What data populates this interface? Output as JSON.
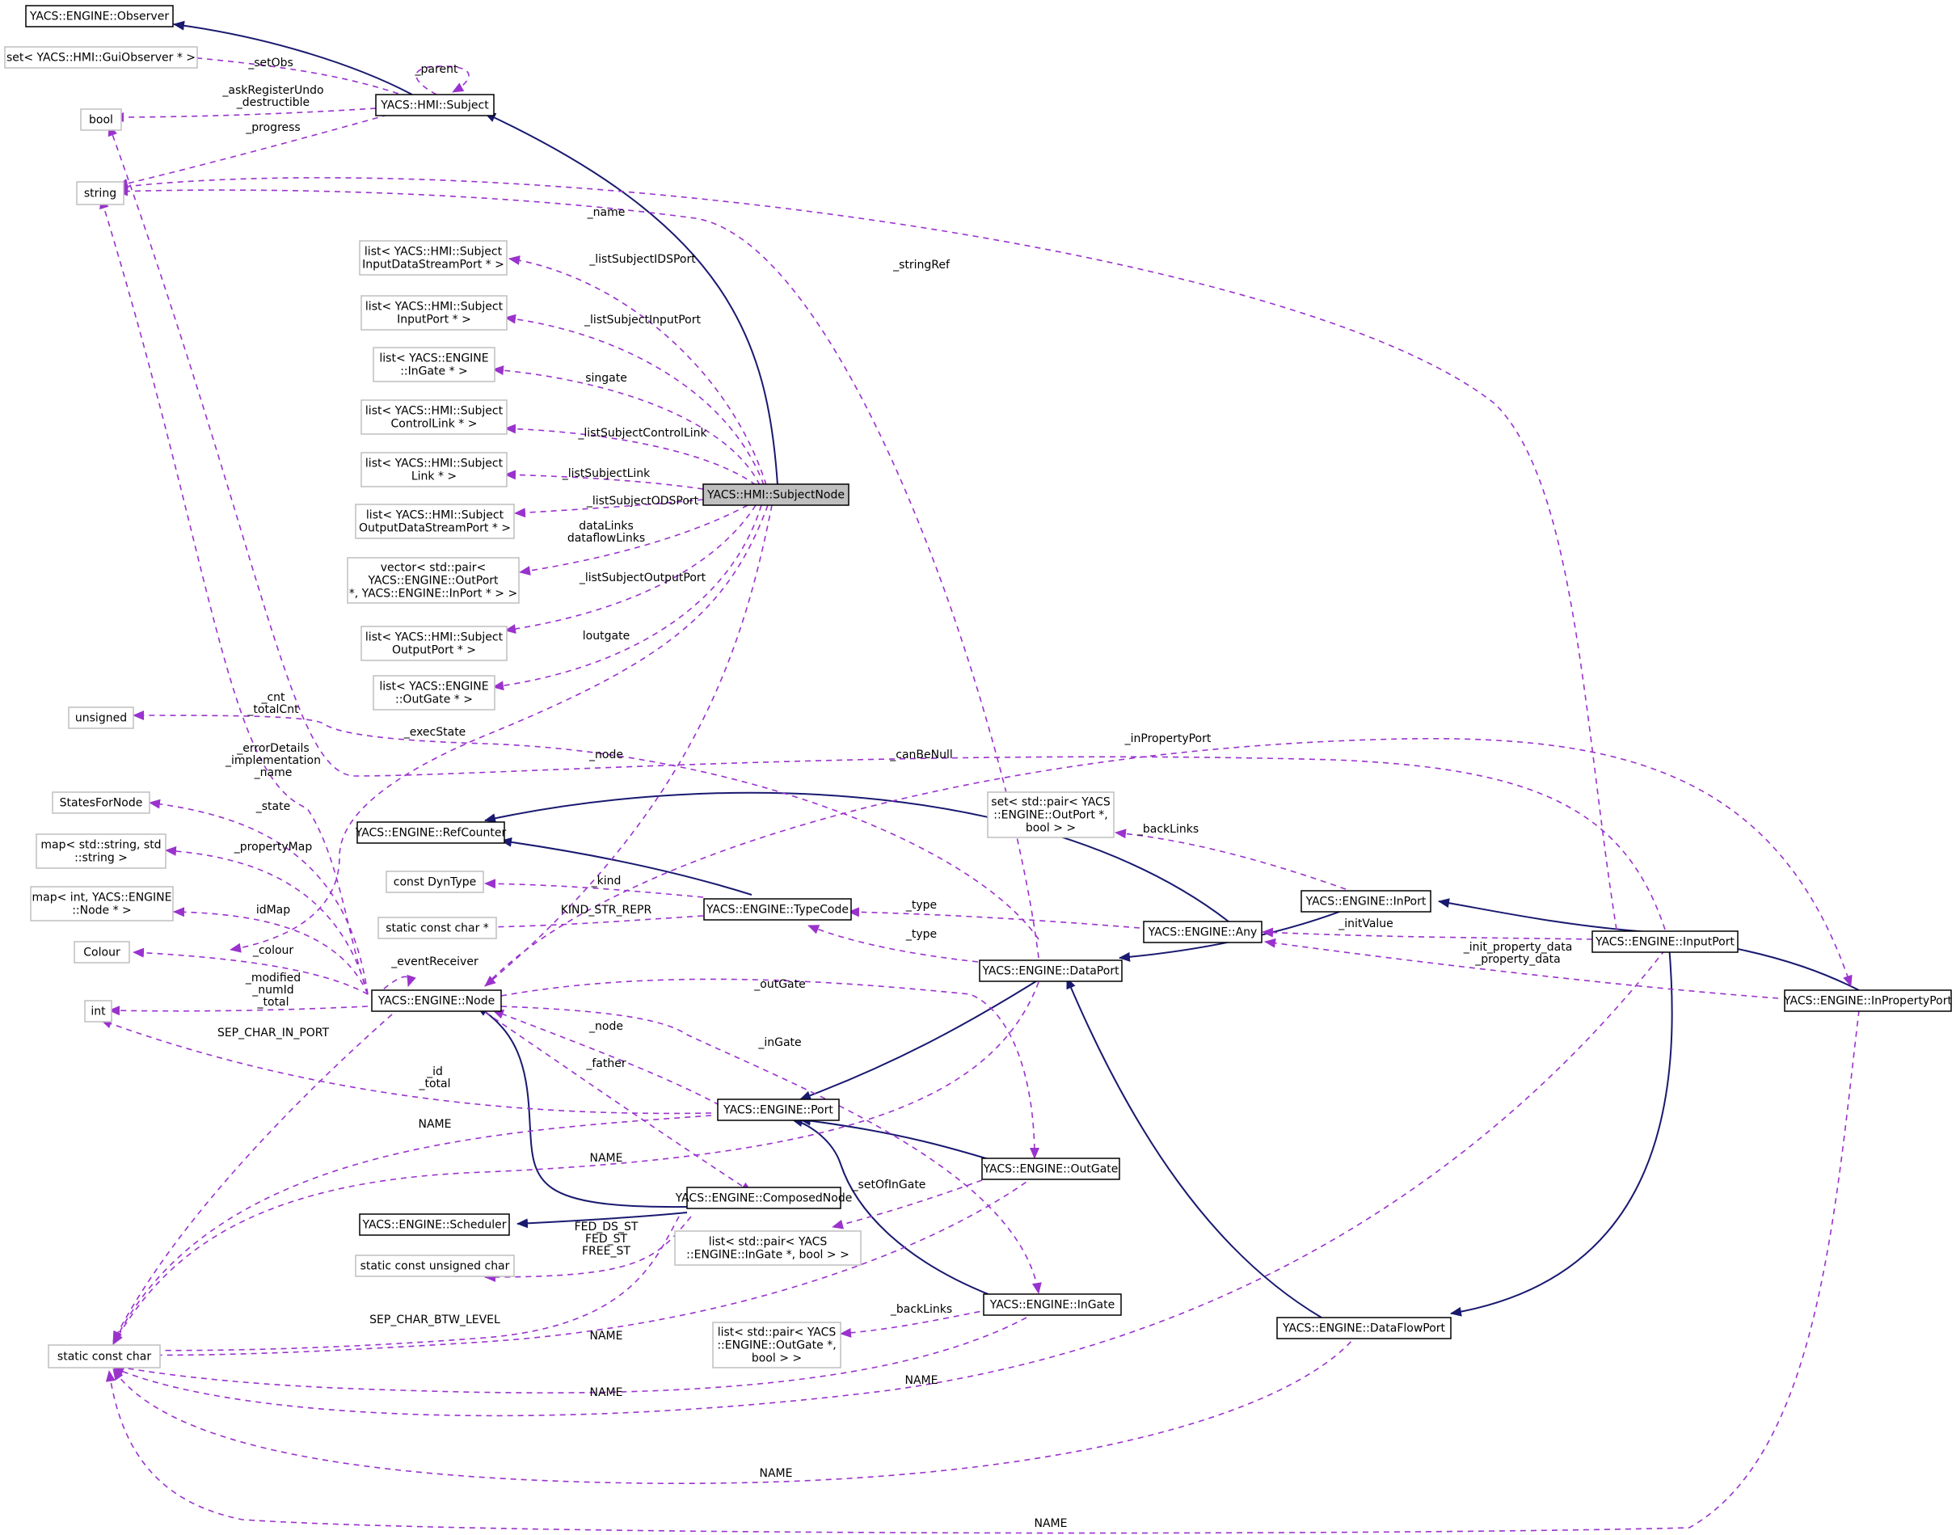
{
  "diagram": {
    "nodes": [
      {
        "id": "observer",
        "lines": [
          "YACS::ENGINE::Observer"
        ],
        "kind": "struct"
      },
      {
        "id": "setGuiObs",
        "lines": [
          "set< YACS::HMI::GuiObserver * >"
        ],
        "kind": "plain"
      },
      {
        "id": "subject",
        "lines": [
          "YACS::HMI::Subject"
        ],
        "kind": "struct"
      },
      {
        "id": "bool",
        "lines": [
          "bool"
        ],
        "kind": "plain"
      },
      {
        "id": "string",
        "lines": [
          "string"
        ],
        "kind": "plain"
      },
      {
        "id": "listIDS",
        "lines": [
          "list< YACS::HMI::Subject",
          "InputDataStreamPort * >"
        ],
        "kind": "plain"
      },
      {
        "id": "listInput",
        "lines": [
          "list< YACS::HMI::Subject",
          "InputPort * >"
        ],
        "kind": "plain"
      },
      {
        "id": "listInGate",
        "lines": [
          "list< YACS::ENGINE",
          "::InGate * >"
        ],
        "kind": "plain"
      },
      {
        "id": "listCtrl",
        "lines": [
          "list< YACS::HMI::Subject",
          "ControlLink * >"
        ],
        "kind": "plain"
      },
      {
        "id": "listLink",
        "lines": [
          "list< YACS::HMI::Subject",
          "Link * >"
        ],
        "kind": "plain"
      },
      {
        "id": "listODS",
        "lines": [
          "list< YACS::HMI::Subject",
          "OutputDataStreamPort * >"
        ],
        "kind": "plain"
      },
      {
        "id": "vecPair",
        "lines": [
          "vector< std::pair<",
          "YACS::ENGINE::OutPort",
          "*, YACS::ENGINE::InPort * > >"
        ],
        "kind": "plain"
      },
      {
        "id": "listOutput",
        "lines": [
          "list< YACS::HMI::Subject",
          "OutputPort * >"
        ],
        "kind": "plain"
      },
      {
        "id": "listOutGate",
        "lines": [
          "list< YACS::ENGINE",
          "::OutGate * >"
        ],
        "kind": "plain"
      },
      {
        "id": "subjectNode",
        "lines": [
          "YACS::HMI::SubjectNode"
        ],
        "kind": "focus"
      },
      {
        "id": "unsigned",
        "lines": [
          "unsigned"
        ],
        "kind": "plain"
      },
      {
        "id": "statesForNode",
        "lines": [
          "StatesForNode"
        ],
        "kind": "plain"
      },
      {
        "id": "mapStr",
        "lines": [
          "map< std::string, std",
          "::string >"
        ],
        "kind": "plain"
      },
      {
        "id": "mapInt",
        "lines": [
          "map< int, YACS::ENGINE",
          "::Node * >"
        ],
        "kind": "plain"
      },
      {
        "id": "colour",
        "lines": [
          "Colour"
        ],
        "kind": "plain"
      },
      {
        "id": "int",
        "lines": [
          "int"
        ],
        "kind": "plain"
      },
      {
        "id": "refCounter",
        "lines": [
          "YACS::ENGINE::RefCounter"
        ],
        "kind": "struct"
      },
      {
        "id": "dynType",
        "lines": [
          "const DynType"
        ],
        "kind": "plain"
      },
      {
        "id": "sccStar",
        "lines": [
          "static const char *"
        ],
        "kind": "plain"
      },
      {
        "id": "typeCode",
        "lines": [
          "YACS::ENGINE::TypeCode"
        ],
        "kind": "struct"
      },
      {
        "id": "node",
        "lines": [
          "YACS::ENGINE::Node"
        ],
        "kind": "struct"
      },
      {
        "id": "setPairOut",
        "lines": [
          "set< std::pair< YACS",
          "::ENGINE::OutPort *,",
          "bool > >"
        ],
        "kind": "plain"
      },
      {
        "id": "inPort",
        "lines": [
          "YACS::ENGINE::InPort"
        ],
        "kind": "struct"
      },
      {
        "id": "any",
        "lines": [
          "YACS::ENGINE::Any"
        ],
        "kind": "struct"
      },
      {
        "id": "inputPort",
        "lines": [
          "YACS::ENGINE::InputPort"
        ],
        "kind": "struct"
      },
      {
        "id": "inPropertyPort",
        "lines": [
          "YACS::ENGINE::InPropertyPort"
        ],
        "kind": "struct"
      },
      {
        "id": "dataPort",
        "lines": [
          "YACS::ENGINE::DataPort"
        ],
        "kind": "struct"
      },
      {
        "id": "port",
        "lines": [
          "YACS::ENGINE::Port"
        ],
        "kind": "struct"
      },
      {
        "id": "outGate",
        "lines": [
          "YACS::ENGINE::OutGate"
        ],
        "kind": "struct"
      },
      {
        "id": "composedNode",
        "lines": [
          "YACS::ENGINE::ComposedNode"
        ],
        "kind": "struct"
      },
      {
        "id": "scheduler",
        "lines": [
          "YACS::ENGINE::Scheduler"
        ],
        "kind": "struct"
      },
      {
        "id": "listPairIn",
        "lines": [
          "list< std::pair< YACS",
          "::ENGINE::InGate *, bool > >"
        ],
        "kind": "plain"
      },
      {
        "id": "scuc",
        "lines": [
          "static const unsigned char"
        ],
        "kind": "plain"
      },
      {
        "id": "inGate",
        "lines": [
          "YACS::ENGINE::InGate"
        ],
        "kind": "struct"
      },
      {
        "id": "listPairOut",
        "lines": [
          "list< std::pair< YACS",
          "::ENGINE::OutGate *,",
          "bool > >"
        ],
        "kind": "plain"
      },
      {
        "id": "dataFlowPort",
        "lines": [
          "YACS::ENGINE::DataFlowPort"
        ],
        "kind": "struct"
      },
      {
        "id": "scc",
        "lines": [
          "static const char"
        ],
        "kind": "plain"
      }
    ],
    "edge_labels": [
      {
        "id": "setObs",
        "lines": [
          "_setObs"
        ]
      },
      {
        "id": "parent",
        "lines": [
          "_parent"
        ]
      },
      {
        "id": "askReg",
        "lines": [
          "_askRegisterUndo",
          "_destructible"
        ]
      },
      {
        "id": "progress",
        "lines": [
          "_progress"
        ]
      },
      {
        "id": "name1",
        "lines": [
          "_name"
        ]
      },
      {
        "id": "stringRef",
        "lines": [
          "_stringRef"
        ]
      },
      {
        "id": "lsIDS",
        "lines": [
          "_listSubjectIDSPort"
        ]
      },
      {
        "id": "lsInput",
        "lines": [
          "_listSubjectInputPort"
        ]
      },
      {
        "id": "singate",
        "lines": [
          "singate"
        ]
      },
      {
        "id": "lsCtrl",
        "lines": [
          "_listSubjectControlLink"
        ]
      },
      {
        "id": "lsLink",
        "lines": [
          "_listSubjectLink"
        ]
      },
      {
        "id": "lsODS",
        "lines": [
          "_listSubjectODSPort"
        ]
      },
      {
        "id": "dataLinks",
        "lines": [
          "dataLinks",
          "dataflowLinks"
        ]
      },
      {
        "id": "lsOutput",
        "lines": [
          "_listSubjectOutputPort"
        ]
      },
      {
        "id": "loutgate",
        "lines": [
          "loutgate"
        ]
      },
      {
        "id": "cnt",
        "lines": [
          "_cnt",
          "_totalCnt"
        ]
      },
      {
        "id": "execState",
        "lines": [
          "_execState"
        ]
      },
      {
        "id": "errorDetails",
        "lines": [
          "_errorDetails",
          "_implementation",
          "_name"
        ]
      },
      {
        "id": "node1",
        "lines": [
          "_node"
        ]
      },
      {
        "id": "canBeNull",
        "lines": [
          "_canBeNull"
        ]
      },
      {
        "id": "inPropertyPort",
        "lines": [
          "_inPropertyPort"
        ]
      },
      {
        "id": "state",
        "lines": [
          "_state"
        ]
      },
      {
        "id": "backLinks1",
        "lines": [
          "_backLinks"
        ]
      },
      {
        "id": "propertyMap",
        "lines": [
          "_propertyMap"
        ]
      },
      {
        "id": "kind",
        "lines": [
          "_kind"
        ]
      },
      {
        "id": "idMap",
        "lines": [
          "idMap"
        ]
      },
      {
        "id": "kindStr",
        "lines": [
          "KIND_STR_REPR"
        ]
      },
      {
        "id": "type1",
        "lines": [
          "_type"
        ]
      },
      {
        "id": "initValue",
        "lines": [
          "_initValue"
        ]
      },
      {
        "id": "type2",
        "lines": [
          "_type"
        ]
      },
      {
        "id": "colourL",
        "lines": [
          "_colour"
        ]
      },
      {
        "id": "eventReceiver",
        "lines": [
          "_eventReceiver"
        ]
      },
      {
        "id": "initProp",
        "lines": [
          "_init_property_data",
          "_property_data"
        ]
      },
      {
        "id": "modified",
        "lines": [
          "_modified",
          "_numId",
          "_total"
        ]
      },
      {
        "id": "outGateL",
        "lines": [
          "_outGate"
        ]
      },
      {
        "id": "sepCharInPort",
        "lines": [
          "SEP_CHAR_IN_PORT"
        ]
      },
      {
        "id": "node2",
        "lines": [
          "_node"
        ]
      },
      {
        "id": "inGateL",
        "lines": [
          "_inGate"
        ]
      },
      {
        "id": "father",
        "lines": [
          "_father"
        ]
      },
      {
        "id": "idTotal",
        "lines": [
          "_id",
          "_total"
        ]
      },
      {
        "id": "nameA",
        "lines": [
          "NAME"
        ]
      },
      {
        "id": "nameB",
        "lines": [
          "NAME"
        ]
      },
      {
        "id": "setOfInGate",
        "lines": [
          "_setOfInGate"
        ]
      },
      {
        "id": "fedDs",
        "lines": [
          "FED_DS_ST",
          "FED_ST",
          "FREE_ST"
        ]
      },
      {
        "id": "sepCharBtw",
        "lines": [
          "SEP_CHAR_BTW_LEVEL"
        ]
      },
      {
        "id": "backLinks2",
        "lines": [
          "_backLinks"
        ]
      },
      {
        "id": "nameC",
        "lines": [
          "NAME"
        ]
      },
      {
        "id": "nameD",
        "lines": [
          "NAME"
        ]
      },
      {
        "id": "nameE",
        "lines": [
          "NAME"
        ]
      },
      {
        "id": "nameF",
        "lines": [
          "NAME"
        ]
      },
      {
        "id": "nameG",
        "lines": [
          "NAME"
        ]
      }
    ]
  },
  "colors": {
    "inheritance_edge": "#191970",
    "usage_edge": "#9a32cd",
    "focus_fill": "#bfbfbf",
    "plain_border": "#bfbfbf",
    "struct_border": "#000000"
  }
}
